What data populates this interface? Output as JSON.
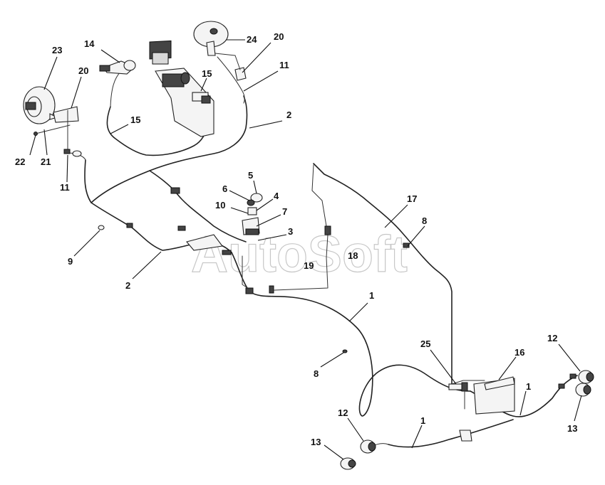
{
  "watermark": "AutoSoft",
  "callouts": [
    {
      "id": "c1a",
      "label": "1"
    },
    {
      "id": "c1b",
      "label": "1"
    },
    {
      "id": "c1c",
      "label": "1"
    },
    {
      "id": "c2a",
      "label": "2"
    },
    {
      "id": "c2b",
      "label": "2"
    },
    {
      "id": "c3",
      "label": "3"
    },
    {
      "id": "c4",
      "label": "4"
    },
    {
      "id": "c5",
      "label": "5"
    },
    {
      "id": "c6",
      "label": "6"
    },
    {
      "id": "c7",
      "label": "7"
    },
    {
      "id": "c8a",
      "label": "8"
    },
    {
      "id": "c8b",
      "label": "8"
    },
    {
      "id": "c9",
      "label": "9"
    },
    {
      "id": "c10",
      "label": "10"
    },
    {
      "id": "c11a",
      "label": "11"
    },
    {
      "id": "c11b",
      "label": "11"
    },
    {
      "id": "c12a",
      "label": "12"
    },
    {
      "id": "c12b",
      "label": "12"
    },
    {
      "id": "c13a",
      "label": "13"
    },
    {
      "id": "c13b",
      "label": "13"
    },
    {
      "id": "c14",
      "label": "14"
    },
    {
      "id": "c15a",
      "label": "15"
    },
    {
      "id": "c15b",
      "label": "15"
    },
    {
      "id": "c16",
      "label": "16"
    },
    {
      "id": "c17",
      "label": "17"
    },
    {
      "id": "c18",
      "label": "18"
    },
    {
      "id": "c19",
      "label": "19"
    },
    {
      "id": "c20a",
      "label": "20"
    },
    {
      "id": "c20b",
      "label": "20"
    },
    {
      "id": "c21",
      "label": "21"
    },
    {
      "id": "c22",
      "label": "22"
    },
    {
      "id": "c23",
      "label": "23"
    },
    {
      "id": "c24",
      "label": "24"
    },
    {
      "id": "c25",
      "label": "25"
    }
  ]
}
